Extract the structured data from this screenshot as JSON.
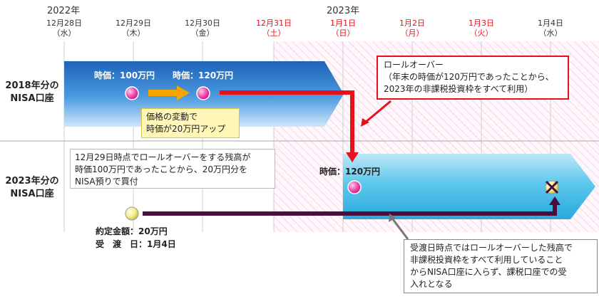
{
  "years": {
    "y2022": "2022年",
    "y2023": "2023年"
  },
  "dates": [
    {
      "date": "12月28日",
      "dow": "（水）",
      "holiday": false
    },
    {
      "date": "12月29日",
      "dow": "（木）",
      "holiday": false
    },
    {
      "date": "12月30日",
      "dow": "（金）",
      "holiday": false
    },
    {
      "date": "12月31日",
      "dow": "（土）",
      "holiday": true
    },
    {
      "date": "1月1日",
      "dow": "（日）",
      "holiday": true
    },
    {
      "date": "1月2日",
      "dow": "（月）",
      "holiday": true
    },
    {
      "date": "1月3日",
      "dow": "（火）",
      "holiday": true
    },
    {
      "date": "1月4日",
      "dow": "（水）",
      "holiday": false
    }
  ],
  "rows": {
    "nisa2018": "2018年分の\nNISA口座",
    "nisa2023": "2023年分の\nNISA口座"
  },
  "prices": {
    "p100": "時価：100万円",
    "p120": "時価：120万円",
    "p120_2023": "時価：120万円"
  },
  "notes": {
    "change": "価格の変動で\n時価が20万円アップ",
    "rollover": "ロールオーバー\n（年末の時価が120万円であったことから、\n2023年の非課税投資枠をすべて利用）",
    "repurchase": "12月29日時点でロールオーバーをする残高が\n時価100万円であったことから、20万円分を\nNISA預りで買付",
    "settlement": "受渡日時点ではロールオーバーした残高で\n非課税投資枠をすべて利用していること\nからNISA口座に入らず、課税口座での受\n入れとなる"
  },
  "contract": {
    "amount": "約定金額：20万円",
    "delivery": "受　渡　日：1月4日"
  },
  "colors": {
    "arrow2018": "#2a78c8",
    "arrow2023": "#4cc0e6",
    "red": "#e8101a",
    "purple": "#4a0f3a",
    "orange": "#f5a500",
    "pink": "#e8189a"
  }
}
